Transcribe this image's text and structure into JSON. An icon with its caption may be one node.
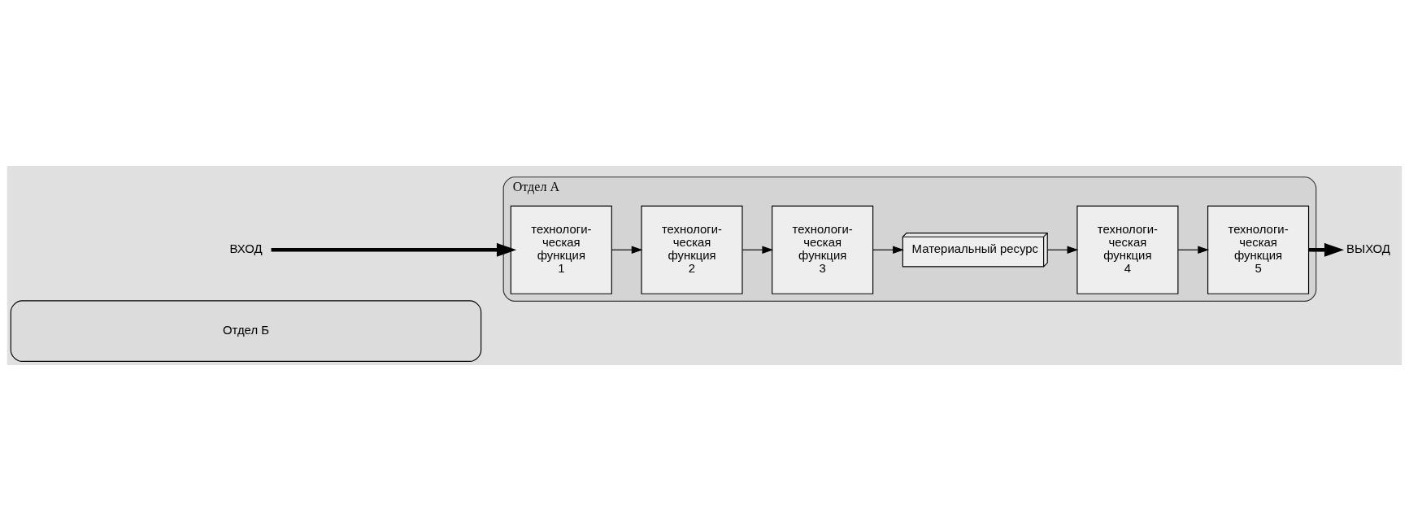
{
  "diagram": {
    "nodes": [
      {
        "text": [
          "Отдел Б"
        ]
      },
      {
        "text": [
          "Отдел А"
        ]
      },
      {
        "text": [
          "ВХОД"
        ]
      },
      {
        "text": [
          "технологи- ческая функция 1"
        ],
        "in": 1
      },
      {
        "text": [
          "технологи- ческая функция 2"
        ],
        "in": 1
      },
      {
        "text": [
          "технологи- ческая функция 3"
        ],
        "in": 1
      },
      {
        "text": [
          "Материальный ресурс"
        ],
        "in": 1
      },
      {
        "text": [
          "технологи- ческая функция 4"
        ],
        "in": 1
      },
      {
        "text": [
          "технологи- ческая функция 5"
        ],
        "in": 1
      },
      {
        "text": [
          "ВЫХОД"
        ]
      }
    ],
    "edges": [
      {
        "from": 2,
        "to": 3,
        "arrow": "to",
        "style": "thick"
      },
      {
        "from": 3,
        "to": 4,
        "arrow": "to"
      },
      {
        "from": 4,
        "to": 5,
        "arrow": "to"
      },
      {
        "from": 5,
        "to": 6,
        "arrow": "to"
      },
      {
        "from": 6,
        "to": 7,
        "arrow": "to"
      },
      {
        "from": 7,
        "to": 8,
        "arrow": "to"
      },
      {
        "from": 8,
        "to": 9,
        "arrow": "to",
        "style": "thick"
      }
    ]
  }
}
